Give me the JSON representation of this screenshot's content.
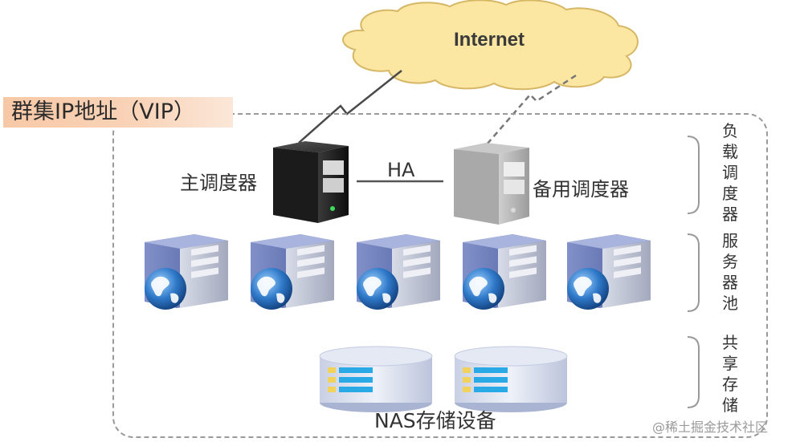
{
  "internet": {
    "label": "Internet"
  },
  "vip": {
    "label": "群集IP地址（VIP）"
  },
  "dispatchers": {
    "main_label": "主调度器",
    "ha_label": "HA",
    "backup_label": "备用调度器"
  },
  "tiers": {
    "load_balancer": [
      "负",
      "载",
      "调",
      "度",
      "器"
    ],
    "server_pool": [
      "服",
      "务",
      "器",
      "池"
    ],
    "shared_storage": [
      "共",
      "享",
      "存",
      "储"
    ]
  },
  "storage": {
    "label": "NAS存储设备"
  },
  "watermark": "@稀土掘金技术社区",
  "colors": {
    "cloud_fill": "#fbe6a2",
    "cloud_stroke": "#d6b765",
    "vip_bg": "#f7c8a6",
    "server_dark": "#1c1c1c",
    "server_backup": "#b4b4b4",
    "pool_body": "#5a6fb4",
    "globe": "#2f79c9",
    "nas_disk": "#d9e0ef",
    "nas_bar": "#29a9e6"
  }
}
